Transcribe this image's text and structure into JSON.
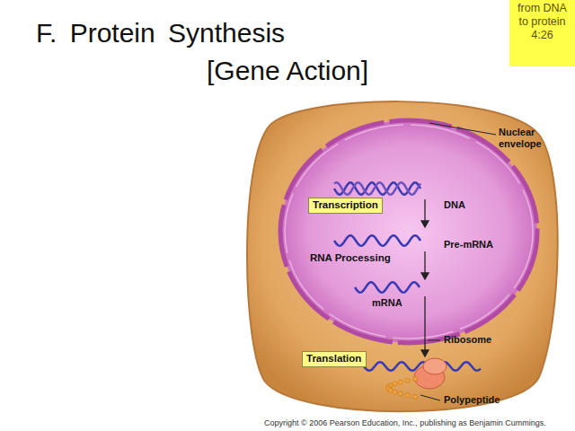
{
  "diagram": {
    "title": "F. Protein Synthesis",
    "caption": "Copyright © 2006 Pearson Education, Inc., publishing as Benjamin Cummings.",
    "nodes": [
      {
        "text": [
          "from DNA to protein 4:26"
        ]
      },
      {
        "text": [
          "Transcription"
        ]
      },
      {
        "text": [
          "Translation"
        ]
      }
    ],
    "labels": [
      "[Gene Action]",
      "Nuclear envelope",
      "DNA",
      "Pre-mRNA",
      "RNA Processing",
      "mRNA",
      "Ribosome",
      "Polypeptide"
    ]
  }
}
